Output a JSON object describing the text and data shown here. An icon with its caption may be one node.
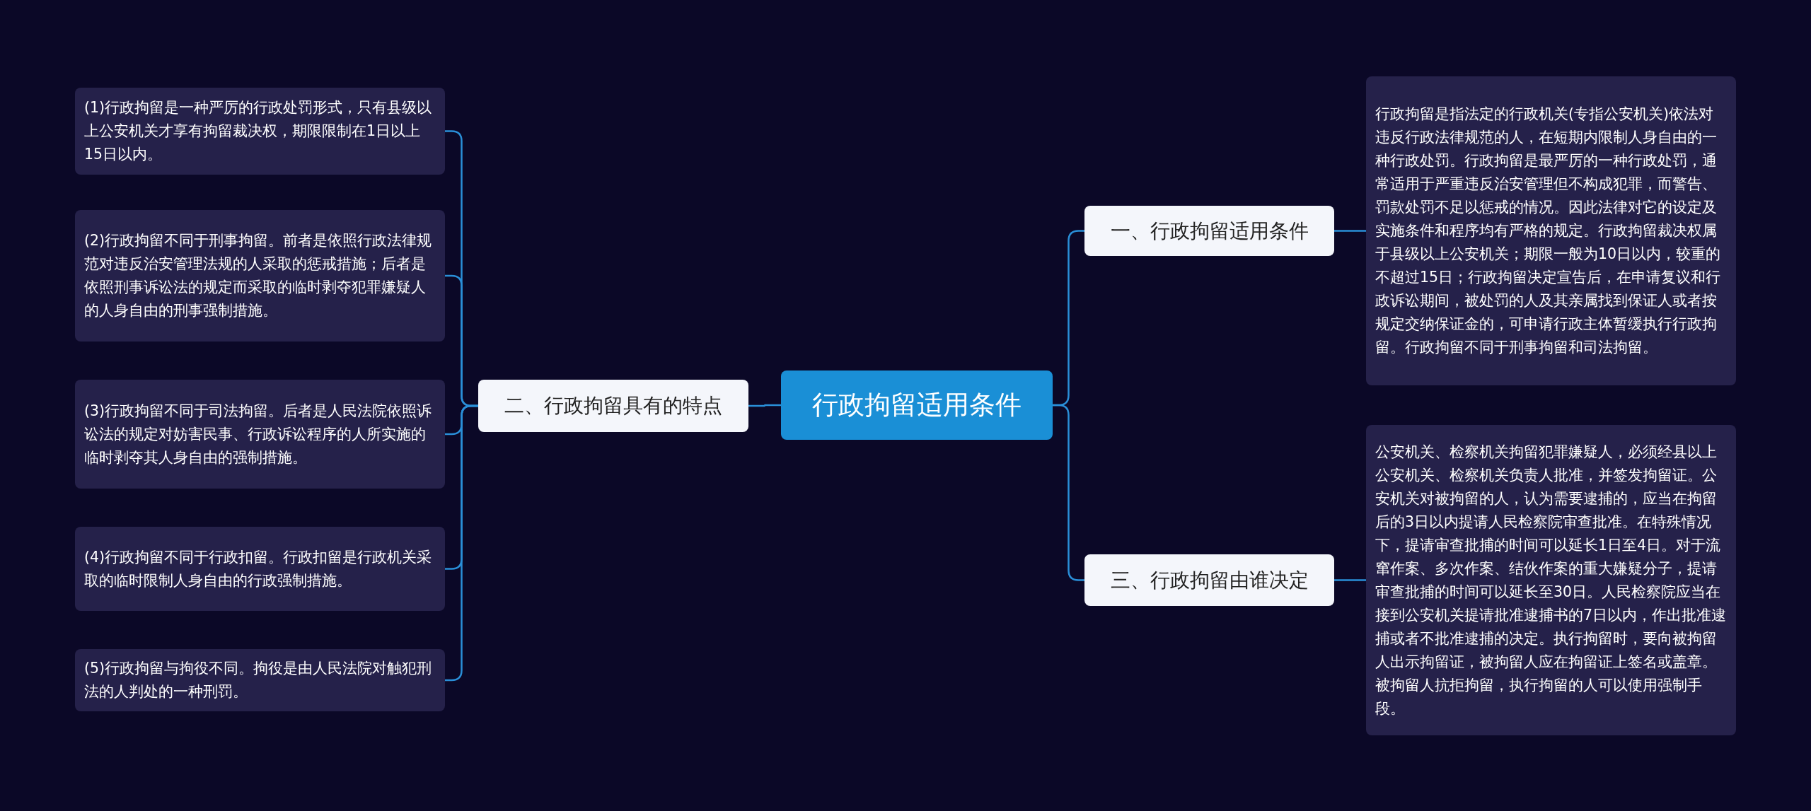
{
  "diagram": {
    "nodes": [
      {
        "text": [
          "行政拘留适用条件"
        ]
      },
      {
        "text": [
          "二、行政拘留具有的特点"
        ]
      },
      {
        "text": [
          "(1)行政拘留是一种严厉的行政处罚形式，只有县级以上公安机关才享有拘留裁决权，期限限制在1日以上15日以内。"
        ]
      },
      {
        "text": [
          "(2)行政拘留不同于刑事拘留。前者是依照行政法律规范对违反治安管理法规的人采取的惩戒措施；后者是依照刑事诉讼法的规定而采取的临时剥夺犯罪嫌疑人的人身自由的刑事强制措施。"
        ]
      },
      {
        "text": [
          "(3)行政拘留不同于司法拘留。后者是人民法院依照诉讼法的规定对妨害民事、行政诉讼程序的人所实施的临时剥夺其人身自由的强制措施。"
        ]
      },
      {
        "text": [
          "(4)行政拘留不同于行政扣留。行政扣留是行政机关采取的临时限制人身自由的行政强制措施。"
        ]
      },
      {
        "text": [
          "(5)行政拘留与拘役不同。拘役是由人民法院对触犯刑法的人判处的一种刑罚。"
        ]
      },
      {
        "text": [
          "一、行政拘留适用条件"
        ]
      },
      {
        "text": [
          "行政拘留是指法定的行政机关(专指公安机关)依法对违反行政法律规范的人，在短期内限制人身自由的一种行政处罚。行政拘留是最严厉的一种行政处罚，通常适用于严重违反治安管理但不构成犯罪，而警告、罚款处罚不足以惩戒的情况。因此法律对它的设定及实施条件和程序均有严格的规定。行政拘留裁决权属于县级以上公安机关；期限一般为10日以内，较重的不超过15日；行政拘留决定宣告后，在申请复议和行政诉讼期间，被处罚的人及其亲属找到保证人或者按规定交纳保证金的，可申请行政主体暂缓执行行政拘留。行政拘留不同于刑事拘留和司法拘留。"
        ]
      },
      {
        "text": [
          "三、行政拘留由谁决定"
        ]
      },
      {
        "text": [
          "公安机关、检察机关拘留犯罪嫌疑人，必须经县以上公安机关、检察机关负责人批准，并签发拘留证。公安机关对被拘留的人，认为需要逮捕的，应当在拘留后的3日以内提请人民检察院审查批准。在特殊情况下，提请审查批捕的时间可以延长1日至4日。对于流窜作案、多次作案、结伙作案的重大嫌疑分子，提请审查批捕的时间可以延长至30日。人民检察院应当在接到公安机关提请批准逮捕书的7日以内，作出批准逮捕或者不批准逮捕的决定。执行拘留时，要向被拘留人出示拘留证，被拘留人应在拘留证上签名或盖章。被拘留人抗拒拘留，执行拘留的人可以使用强制手段。"
        ]
      }
    ],
    "edges": [
      {
        "from": 0,
        "to": 1,
        "arrow": "none"
      },
      {
        "from": 1,
        "to": 2,
        "arrow": "none"
      },
      {
        "from": 1,
        "to": 3,
        "arrow": "none"
      },
      {
        "from": 1,
        "to": 4,
        "arrow": "none"
      },
      {
        "from": 1,
        "to": 5,
        "arrow": "none"
      },
      {
        "from": 1,
        "to": 6,
        "arrow": "none"
      },
      {
        "from": 0,
        "to": 7,
        "arrow": "none"
      },
      {
        "from": 7,
        "to": 8,
        "arrow": "none"
      },
      {
        "from": 0,
        "to": 9,
        "arrow": "none"
      },
      {
        "from": 9,
        "to": 10,
        "arrow": "none"
      }
    ]
  }
}
